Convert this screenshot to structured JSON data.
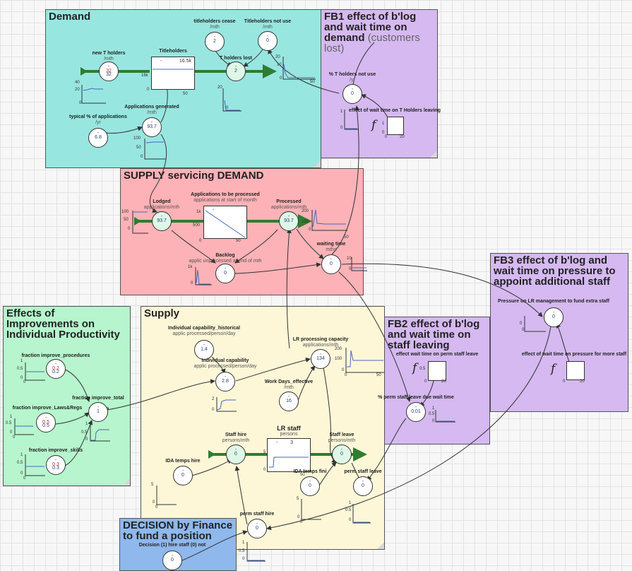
{
  "sectors": {
    "demand": {
      "title": "Demand",
      "color": "#98e6e0"
    },
    "fb1": {
      "title": "FB1 effect of b'log\nand wait time on\ndemand",
      "subtitle": "(customers\nlost)",
      "color": "#d5b9f0"
    },
    "supply_servicing": {
      "title": "SUPPLY servicing DEMAND",
      "color": "#fdb2b7"
    },
    "fb3": {
      "title": "FB3 effect of b'log and\nwait time on pressure to\nappoint additional staff",
      "color": "#d5b9f0"
    },
    "improvements": {
      "title": "Effects of\nImprovements on\nIndividual Productivity",
      "color": "#b6f5cd"
    },
    "supply": {
      "title": "Supply",
      "color": "#fdf7d8"
    },
    "fb2": {
      "title": "FB2 effect of b'log\nand wait time on\nstaff leaving",
      "color": "#d5b9f0"
    },
    "decision": {
      "title": "DECISION by Finance\nto fund a position",
      "color": "#8fb8ec"
    }
  },
  "nodes": {
    "titleholders_cease": {
      "label": "titleholders cease",
      "unit": "/mth",
      "value": "2"
    },
    "titleholders_not_use": {
      "label": "Titleholders not use",
      "unit": "/mth",
      "value": "0"
    },
    "new_t_holders": {
      "label": "new T holders",
      "unit": "/mth",
      "value": "32",
      "value2": "32"
    },
    "t_holders_lost": {
      "label": "T holders lost",
      "value": "2"
    },
    "titleholders": {
      "label": "Titleholders",
      "value": "16.5k",
      "axis_y": "16k",
      "axis_x0": "0",
      "axis_x1": "50"
    },
    "applications_generated": {
      "label": "Applications generated",
      "unit": "/mth",
      "value": "93.7"
    },
    "typical_pct_applications": {
      "label": "typical % of applications",
      "unit": "/yr",
      "value": "6.8"
    },
    "pct_t_holders_not_use": {
      "label": "% T holders not use",
      "unit": "/yr",
      "value": "0"
    },
    "effect_wait_t_holders": {
      "label": "effect of wait time on T Holders leaving"
    },
    "applications_to_process": {
      "label": "Applications to be processed",
      "unit": "applications at start of month",
      "axis_y1": "1k",
      "axis_y2": "500",
      "axis_x0": "0",
      "axis_x1": "50"
    },
    "lodged": {
      "label": "Lodged",
      "unit": "applications/mth",
      "value": "93.7"
    },
    "processed": {
      "label": "Processed",
      "unit": "applications/mth",
      "value": "93.7"
    },
    "backlog": {
      "label": "Backlog",
      "unit": "applic unprocessed at end of mth",
      "value": "0"
    },
    "waiting_time": {
      "label": "waiting time",
      "unit": "mths",
      "value": "0"
    },
    "pressure_lr": {
      "label": "Pressure on LR management to fund extra staff",
      "value": "0"
    },
    "effect_wait_pressure": {
      "label": "effect of wait time on pressure for more staff"
    },
    "fraction_procedures": {
      "label": "fraction improve_procedures",
      "value": "0.2",
      "value2": "0.2"
    },
    "fraction_laws": {
      "label": "fraction improve_Laws&Regs",
      "value": "0.5",
      "value2": "0.5"
    },
    "fraction_skills": {
      "label": "fraction improve_skills",
      "value": "0.3",
      "value2": "0.3"
    },
    "fraction_total": {
      "label": "fraction improve_total",
      "value": "1"
    },
    "ind_cap_hist": {
      "label": "Individual capability_historical",
      "unit": "applic processed/person/day",
      "value": "1.4"
    },
    "ind_cap": {
      "label": "Individual capability",
      "unit": "applic processed/person/day",
      "value": "2.8"
    },
    "lr_capacity": {
      "label": "LR processing capacity",
      "unit": "applications/mth",
      "value": "134"
    },
    "work_days": {
      "label": "Work Days_effective",
      "unit": "/mth",
      "value": "16"
    },
    "staff_hire": {
      "label": "Staff hire",
      "unit": "persons/mth",
      "value": "0"
    },
    "lr_staff": {
      "label": "LR staff",
      "unit": "persons",
      "value": "3"
    },
    "staff_leave": {
      "label": "Staff leave",
      "unit": "persons/mth",
      "value": "0"
    },
    "ida_temps_hire": {
      "label": "IDA temps hire",
      "value": "0"
    },
    "ida_temps_fini": {
      "label": "IDA temps fini",
      "value": "0"
    },
    "perm_staff_leave": {
      "label": "perm staff leave",
      "value": "0"
    },
    "perm_staff_hire": {
      "label": "perm staff hire",
      "value": "0"
    },
    "effect_wait_perm_leave": {
      "label": "effect wait time on perm staff leave"
    },
    "pct_perm_leave": {
      "label": "% perm staff leave due wait time",
      "value": "0.01"
    },
    "decision_hire": {
      "label": "Decision (1) hire staff (0) not",
      "value": "0"
    }
  },
  "ticks": {
    "t40": "40",
    "t20": "20",
    "t0": "0",
    "t100": "100",
    "t50": "50",
    "t1": "1",
    "t05": "0.5",
    "t10": "10",
    "t200": "200",
    "t2": "2",
    "t5": "5",
    "t1k": "1k"
  },
  "func_symbol": "f",
  "dash": "-"
}
